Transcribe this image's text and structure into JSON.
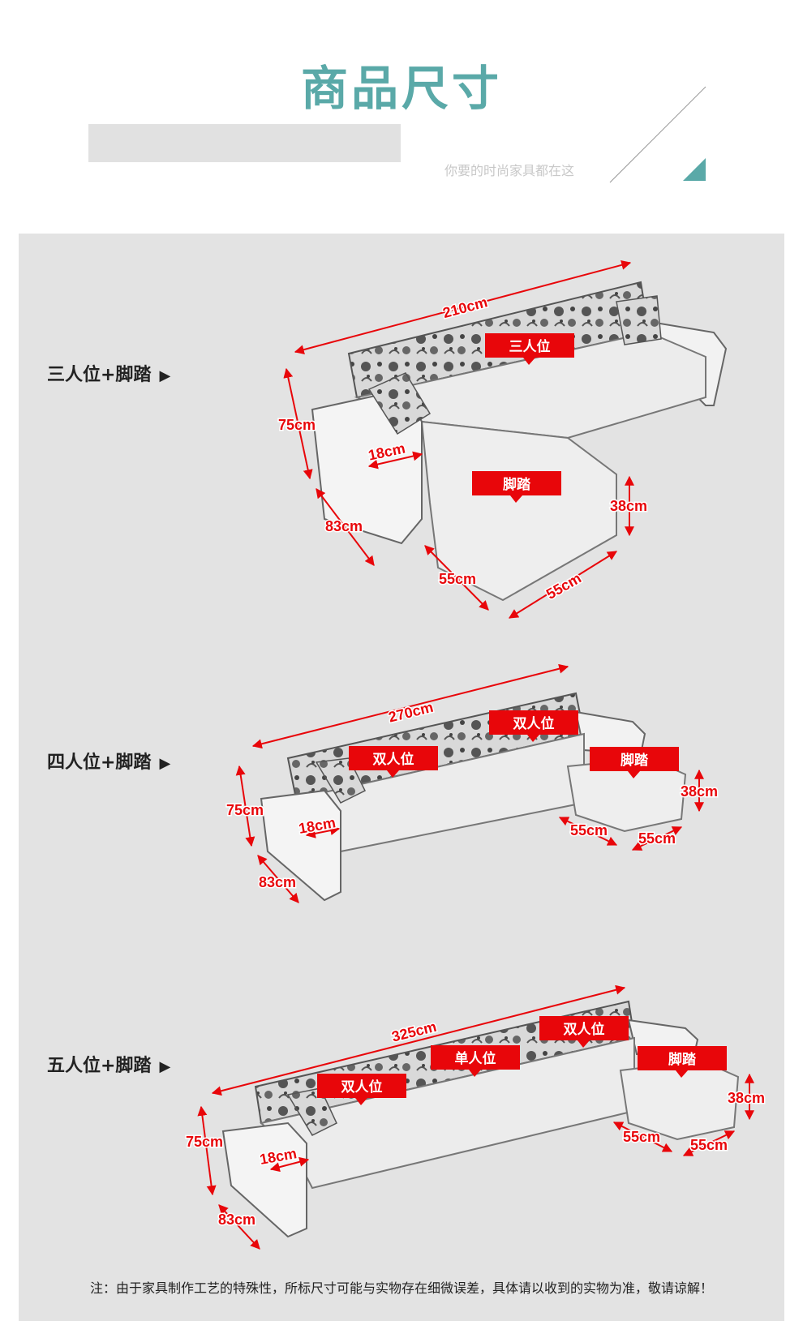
{
  "header": {
    "title": "商品尺寸",
    "subtitle": "你要的时尚家具都在这"
  },
  "colors": {
    "accent": "#5aa9a8",
    "label_red": "#e8060a",
    "arrow_red": "#e8060a",
    "panel_bg": "#e3e3e3"
  },
  "rows": [
    {
      "label": "三人位+脚踏",
      "arrow": "▶",
      "section_labels": [
        "三人位",
        "脚踏"
      ],
      "dims": {
        "length": "210cm",
        "height": "75cm",
        "arm": "18cm",
        "depth": "83cm",
        "ottoman_height": "38cm",
        "ottoman_w": "55cm",
        "ottoman_d": "55cm"
      }
    },
    {
      "label": "四人位+脚踏",
      "arrow": "▶",
      "section_labels": [
        "双人位",
        "双人位",
        "脚踏"
      ],
      "dims": {
        "length": "270cm",
        "height": "75cm",
        "arm": "18cm",
        "depth": "83cm",
        "ottoman_height": "38cm",
        "ottoman_w": "55cm",
        "ottoman_d": "55cm"
      }
    },
    {
      "label": "五人位+脚踏",
      "arrow": "▶",
      "section_labels": [
        "双人位",
        "单人位",
        "双人位",
        "脚踏"
      ],
      "dims": {
        "length": "325cm",
        "height": "75cm",
        "arm": "18cm",
        "depth": "83cm",
        "ottoman_height": "38cm",
        "ottoman_w": "55cm",
        "ottoman_d": "55cm"
      }
    }
  ],
  "note": "注：由于家具制作工艺的特殊性，所标尺寸可能与实物存在细微误差，具体请以收到的实物为准，敬请谅解！"
}
